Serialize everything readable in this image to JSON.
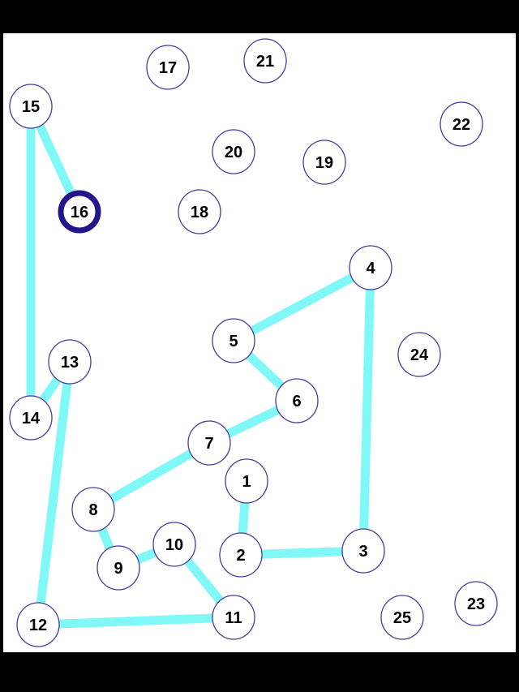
{
  "game": {
    "nodes": [
      "1",
      "2",
      "3",
      "4",
      "5",
      "6",
      "7",
      "8",
      "9",
      "10",
      "11",
      "12",
      "13",
      "14",
      "15",
      "16",
      "17",
      "18",
      "19",
      "20",
      "21",
      "22",
      "23",
      "24",
      "25"
    ],
    "connected_path": [
      "1",
      "2",
      "3",
      "4",
      "5",
      "6",
      "7",
      "8",
      "9",
      "10",
      "11",
      "12",
      "13",
      "14",
      "15",
      "16"
    ],
    "current_node": "16"
  },
  "colors": {
    "line": "#80f8f8",
    "node_border": "#4a3a9a",
    "current_node_border": "#22168a",
    "board": "#ffffff",
    "frame": "#000000"
  }
}
